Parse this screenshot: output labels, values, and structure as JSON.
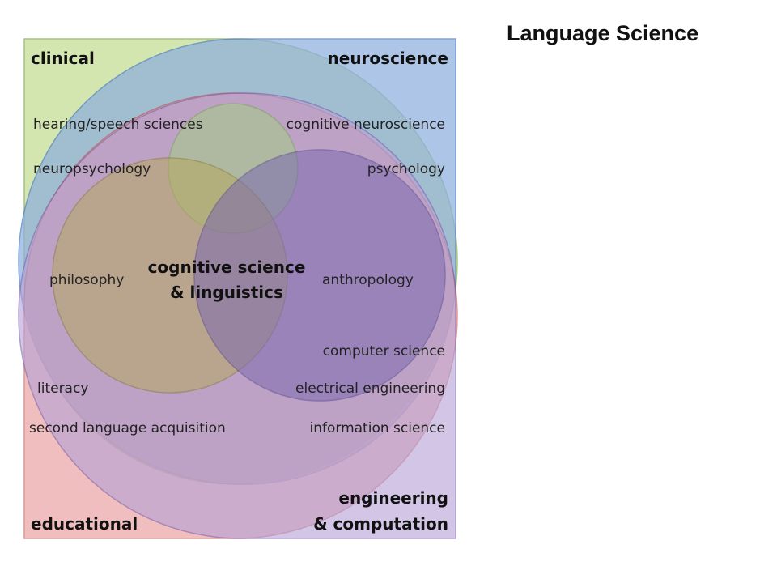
{
  "title": "Language Science",
  "quadrants": {
    "clinical": {
      "heading": "clinical",
      "items": [
        "hearing/speech sciences",
        "neuropsychology"
      ],
      "color": "#c9df9a"
    },
    "neuroscience": {
      "heading": "neuroscience",
      "items": [
        "cognitive neuroscience",
        "psychology"
      ],
      "color": "#8eb0df"
    },
    "educational": {
      "heading": "educational",
      "items": [
        "literacy",
        "second language acquisition"
      ],
      "color": "#e79494"
    },
    "engineering": {
      "heading_line1": "engineering",
      "heading_line2": "& computation",
      "items": [
        "computer science",
        "electrical engineering",
        "information science"
      ],
      "color": "#b7a2d6"
    }
  },
  "center": {
    "line1": "cognitive science",
    "line2": "& linguistics",
    "left": "philosophy",
    "right": "anthropology"
  },
  "circle_colors": {
    "top_left": "#a6c98a",
    "bottom_left": "#b5a75f",
    "bottom_right": "#7c6ab0"
  }
}
